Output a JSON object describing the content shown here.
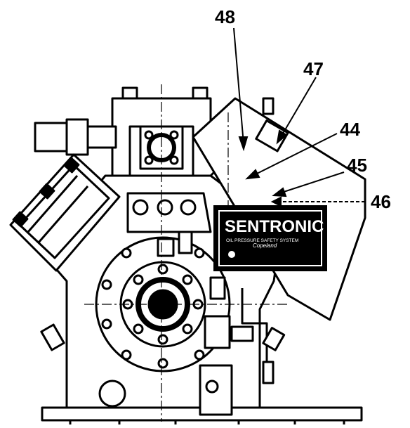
{
  "callouts": [
    {
      "id": "48",
      "label": "48"
    },
    {
      "id": "47",
      "label": "47"
    },
    {
      "id": "44",
      "label": "44"
    },
    {
      "id": "45",
      "label": "45"
    },
    {
      "id": "46",
      "label": "46"
    }
  ],
  "module": {
    "brand": "SENTRONIC",
    "subtitle": "OIL PRESSURE SAFETY SYSTEM",
    "maker": "Copeland"
  },
  "colors": {
    "ink": "#000000",
    "paper": "#ffffff"
  }
}
